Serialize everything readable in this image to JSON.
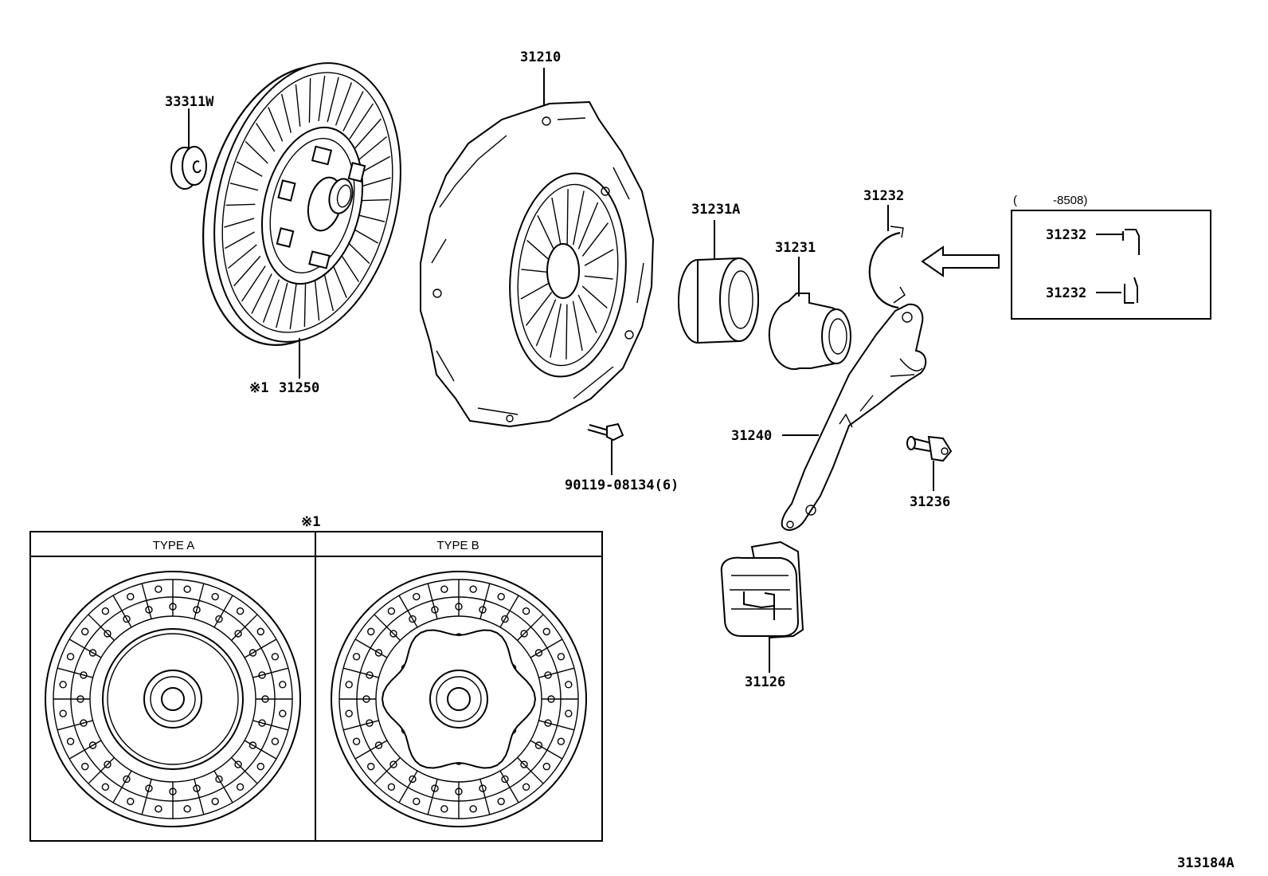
{
  "parts": {
    "p33311w": "33311W",
    "p31250": "31250",
    "p31250_note": "※1",
    "p31210": "31210",
    "p31231a": "31231A",
    "p31231": "31231",
    "p31232_main": "31232",
    "p31240": "31240",
    "p31236": "31236",
    "p90119": "90119-08134(6)",
    "p31126": "31126"
  },
  "inset": {
    "range_open": "(",
    "range_end": "-8508)",
    "p31232_a": "31232",
    "p31232_b": "31232"
  },
  "variants": {
    "note": "※1",
    "type_a": "TYPE A",
    "type_b": "TYPE B"
  },
  "figure_id": "313184A"
}
